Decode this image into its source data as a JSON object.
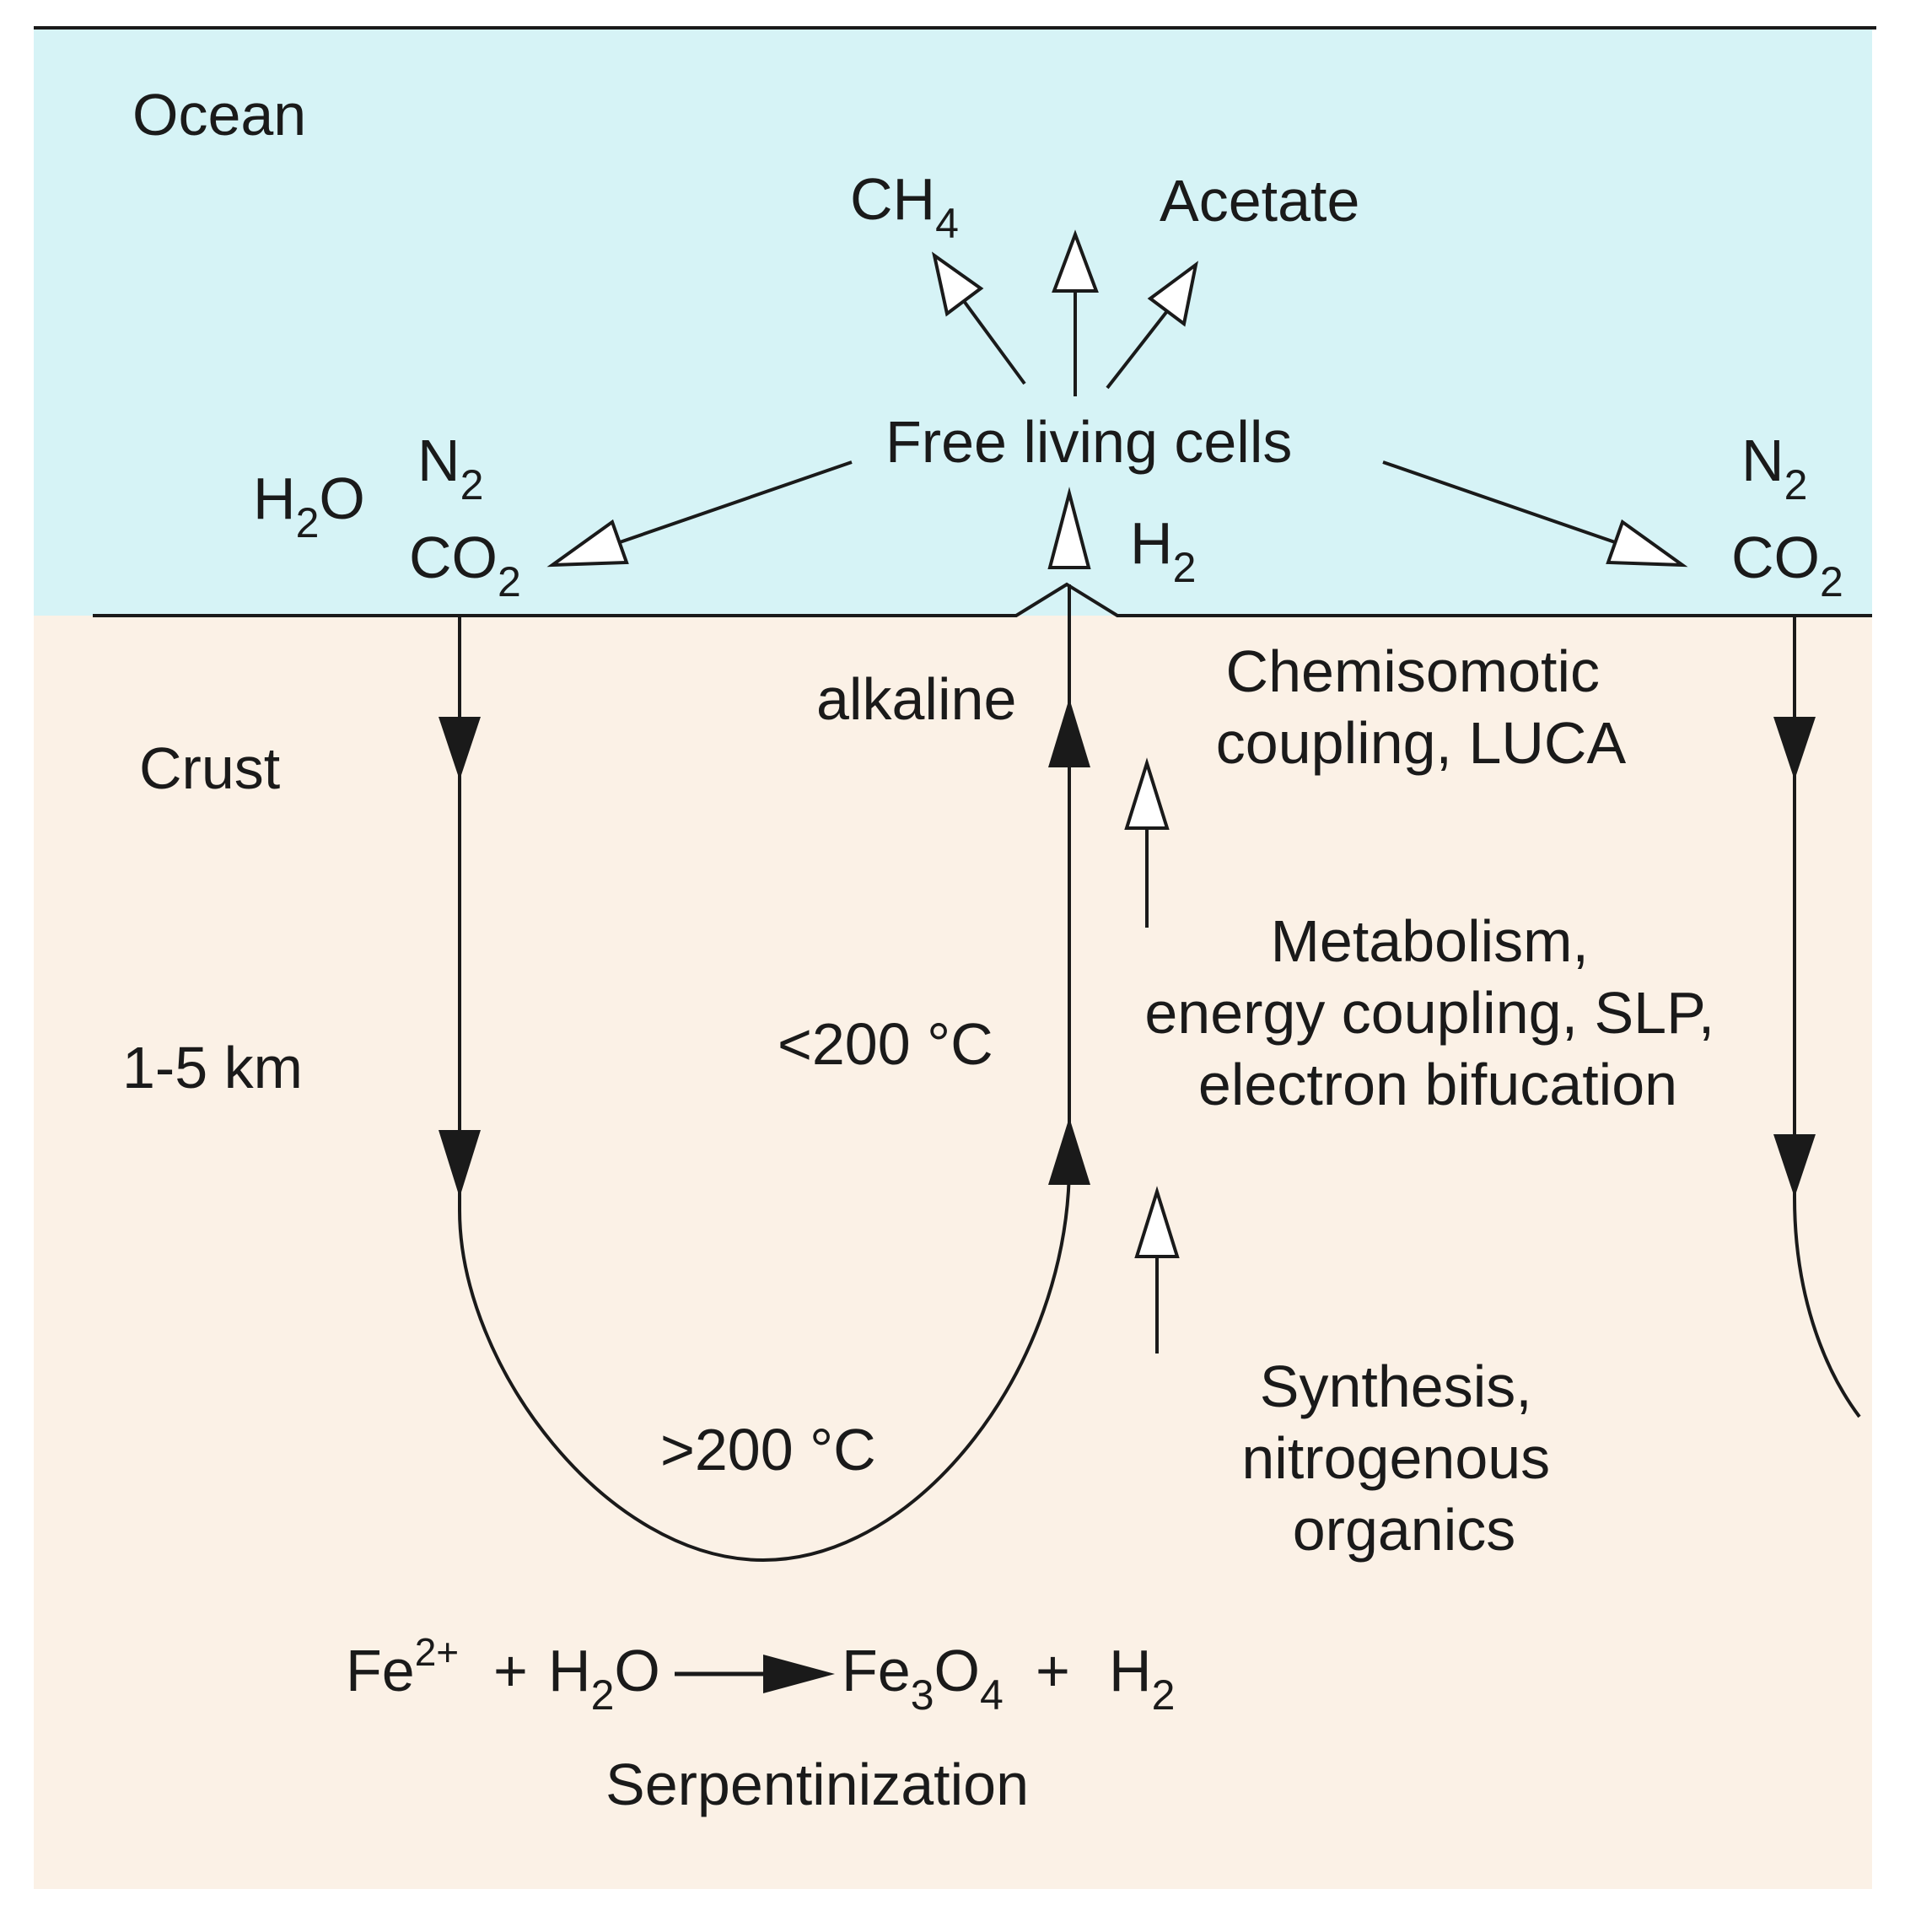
{
  "colors": {
    "ocean": "#d6f3f6",
    "crust": "#fbf1e6",
    "line": "#1a1a1a"
  },
  "zones": {
    "ocean": "Ocean",
    "crust": "Crust",
    "depth": "1-5 km"
  },
  "products": {
    "methane": {
      "base": "CH",
      "sub": "4"
    },
    "acetate": "Acetate"
  },
  "free_living_cells": "Free living cells",
  "left_inputs": {
    "water": {
      "a": "H",
      "sub": "2",
      "b": "O"
    },
    "nitrogen": {
      "a": "N",
      "sub": "2"
    },
    "carbon_dioxide": {
      "a": "CO",
      "sub": "2"
    }
  },
  "right_inputs": {
    "nitrogen": {
      "a": "N",
      "sub": "2"
    },
    "carbon_dioxide": {
      "a": "CO",
      "sub": "2"
    }
  },
  "hydrogen_label": {
    "a": "H",
    "sub": "2"
  },
  "vent": {
    "alkaline": "alkaline",
    "low_temp": "<200 °C",
    "high_temp": ">200 °C"
  },
  "stages": {
    "chemiosmotic": [
      "Chemisomotic",
      "coupling, LUCA"
    ],
    "metabolism": [
      "Metabolism,",
      "energy coupling, SLP,",
      "electron bifucation"
    ],
    "synthesis": [
      "Synthesis,",
      "nitrogenous",
      "organics"
    ]
  },
  "reaction": {
    "iron": {
      "a": "Fe",
      "sup": "2+"
    },
    "plus1": "+",
    "water": {
      "a": "H",
      "sub": "2",
      "b": "O"
    },
    "magnetite": {
      "a": "Fe",
      "sub1": "3",
      "b": "O",
      "sub2": "4"
    },
    "plus2": "+",
    "hydrogen": {
      "a": "H",
      "sub": "2"
    },
    "name": "Serpentinization"
  }
}
